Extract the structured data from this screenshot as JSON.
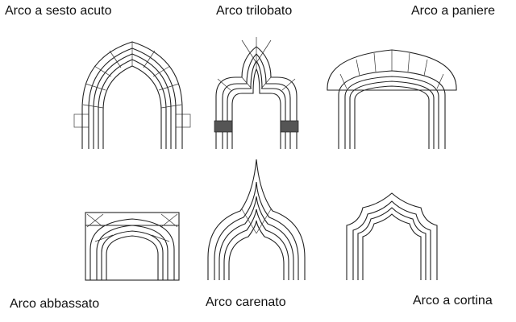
{
  "labels": [
    "Arco a sesto acuto",
    "Arco trilobato",
    "Arco a paniere",
    "Arco abbassato",
    "Arco carenato",
    "Arco a cortina"
  ],
  "colors": {
    "ink": "#222222",
    "background": "#ffffff"
  }
}
